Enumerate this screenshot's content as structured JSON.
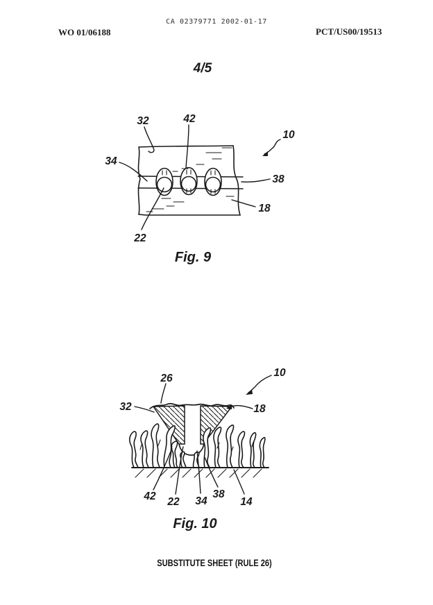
{
  "colors": {
    "ink": "#1a1a1a",
    "paper": "#ffffff"
  },
  "header": {
    "ca_line": "CA 02379771 2002-01-17",
    "wo_number": "WO 01/06188",
    "pct_number": "PCT/US00/19513"
  },
  "sheet_number": "4/5",
  "fig9": {
    "caption": "Fig. 9",
    "refs": {
      "n32": "32",
      "n42": "42",
      "n10": "10",
      "n34": "34",
      "n38": "38",
      "n18": "18",
      "n22": "22"
    }
  },
  "fig10": {
    "caption": "Fig. 10",
    "refs": {
      "n26": "26",
      "n10": "10",
      "n32": "32",
      "n18": "18",
      "n42": "42",
      "n22": "22",
      "n34": "34",
      "n38": "38",
      "n14": "14"
    }
  },
  "footer": {
    "text": "SUBSTITUTE SHEET (RULE 26)"
  }
}
